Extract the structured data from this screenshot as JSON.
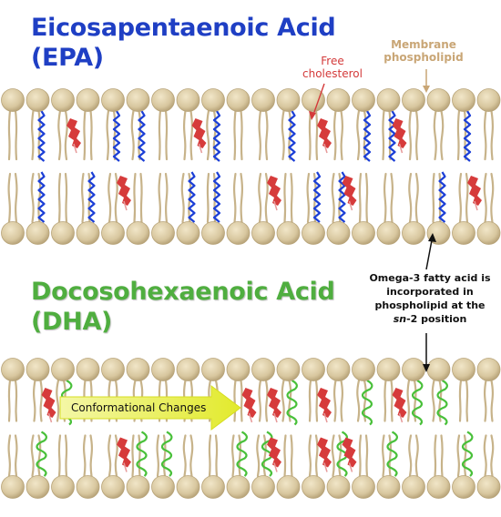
{
  "titles": {
    "epa_line1": "Eicosapentaenoic Acid",
    "epa_line2": "(EPA)",
    "dha_line1": "Docosohexaenoic Acid",
    "dha_line2": "(DHA)"
  },
  "labels": {
    "free_cholesterol_1": "Free",
    "free_cholesterol_2": "cholesterol",
    "membrane_1": "Membrane",
    "membrane_2": "phospholipid",
    "omega_1": "Omega-3 fatty acid is",
    "omega_2": "incorporated in",
    "omega_3": "phospholipid at the",
    "omega_4_sn": "sn",
    "omega_4_rest": "-2 position",
    "conformational": "Conformational Changes"
  },
  "colors": {
    "epa_title": "#1f3fc4",
    "dha_title": "#4fae3f",
    "head": "#d8c79f",
    "tail": "#c7b38a",
    "epa_chain": "#1c3fd6",
    "dha_chain": "#49c03a",
    "cholesterol": "#d63b3b",
    "arrow": "#e8ef3a"
  }
}
